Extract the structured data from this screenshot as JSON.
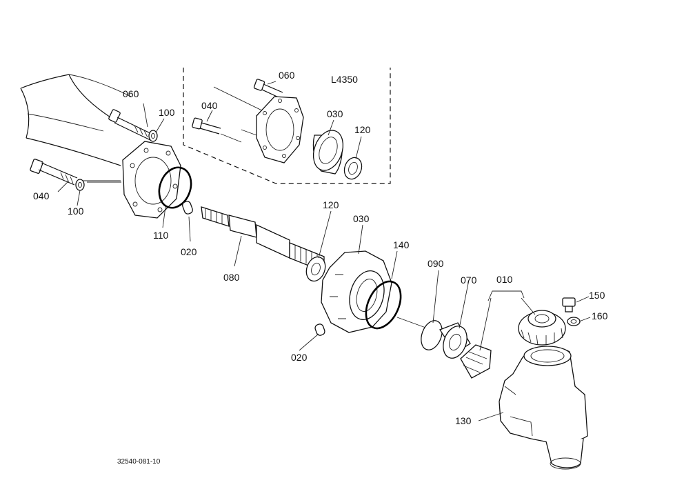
{
  "diagram": {
    "variant_label": "L4350",
    "drawing_number": "32540-081-10",
    "callouts": {
      "c060_left": "060",
      "c100_left_top": "100",
      "c040_left": "040",
      "c100_left_bottom": "100",
      "c110": "110",
      "c020_dowel": "020",
      "c080": "080",
      "c060_inset": "060",
      "c040_inset": "040",
      "c030_inset": "030",
      "c120_inset": "120",
      "c120_main": "120",
      "c030_main": "030",
      "c140": "140",
      "c020_main": "020",
      "c090": "090",
      "c070": "070",
      "c010": "010",
      "c150": "150",
      "c160": "160",
      "c130": "130"
    }
  }
}
